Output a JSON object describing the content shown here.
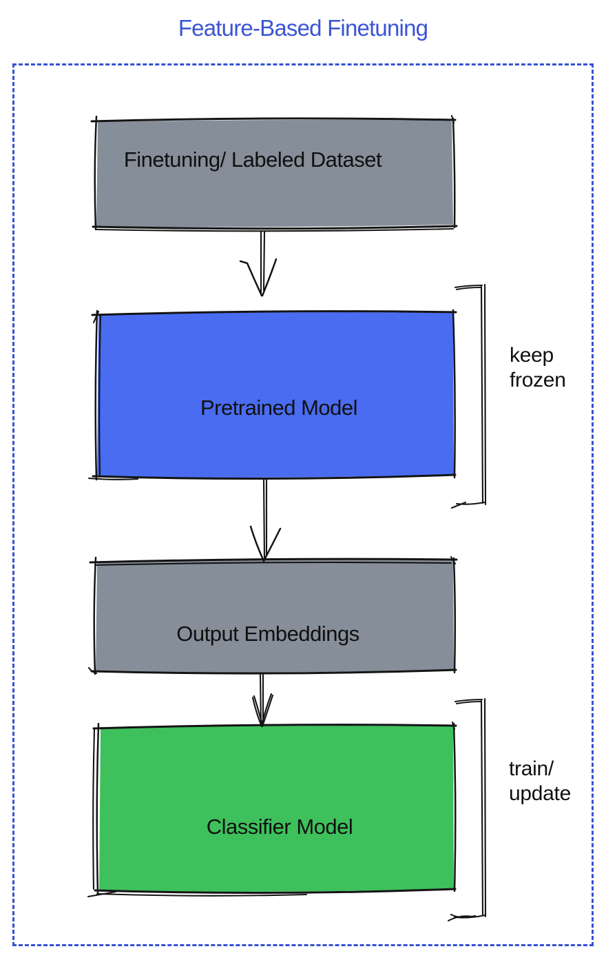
{
  "title": {
    "text": "Feature-Based Finetuning",
    "color": "#3a54d4"
  },
  "frame": {
    "border_color": "#3551d0"
  },
  "ink_color": "#141414",
  "boxes": [
    {
      "id": "finetuning-dataset",
      "label": "Finetuning/ Labeled Dataset",
      "fill": "#868e99"
    },
    {
      "id": "pretrained-model",
      "label": "Pretrained Model",
      "fill": "#4a6cf0"
    },
    {
      "id": "output-embeddings",
      "label": "Output Embeddings",
      "fill": "#868e99"
    },
    {
      "id": "classifier-model",
      "label": "Classifier Model",
      "fill": "#3ec05c"
    }
  ],
  "annotations": [
    {
      "id": "keep-frozen",
      "text": "keep\nfrozen"
    },
    {
      "id": "train-update",
      "text": "train/\nupdate"
    }
  ]
}
